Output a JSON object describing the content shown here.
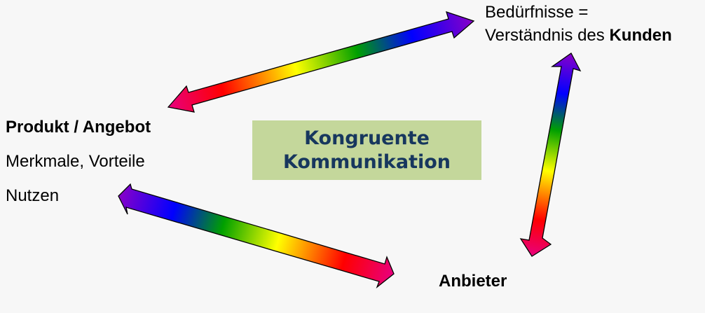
{
  "needs": {
    "line1": "Bedürfnisse =",
    "line2_prefix": "Verständnis des ",
    "line2_bold": "Kunden"
  },
  "product": {
    "title": "Produkt / Angebot",
    "line2": "Merkmale, Vorteile",
    "line3": "Nutzen"
  },
  "provider": {
    "label": "Anbieter"
  },
  "center": {
    "line1": "Kongruente",
    "line2": "Kommunikation"
  },
  "colors": {
    "background": "#f7f7f7",
    "center_box": "#c4d79b",
    "center_text": "#17375e",
    "gradient": [
      "#e8007e",
      "#ff0000",
      "#ffff00",
      "#00a000",
      "#0000ff",
      "#8a00c8"
    ]
  }
}
